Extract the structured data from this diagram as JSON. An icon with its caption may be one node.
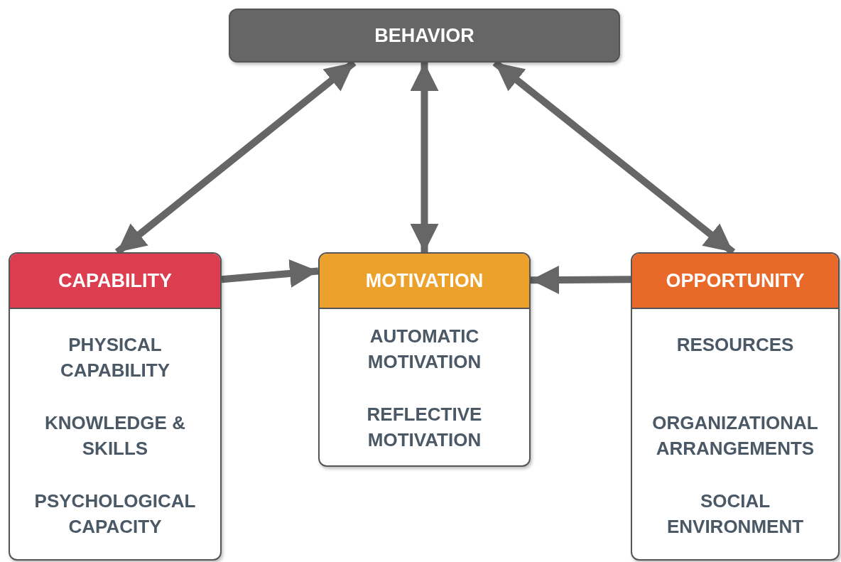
{
  "diagram": {
    "nodes": [
      {
        "text": [
          "BEHAVIOR"
        ]
      },
      {
        "text": [
          "CAPABILITY",
          "PHYSICAL CAPABILITY",
          "KNOWLEDGE & SKILLS",
          "PSYCHOLOGICAL CAPACITY"
        ]
      },
      {
        "text": [
          "MOTIVATION",
          "AUTOMATIC MOTIVATION",
          "REFLECTIVE MOTIVATION"
        ]
      },
      {
        "text": [
          "OPPORTUNITY",
          "RESOURCES",
          "ORGANIZATIONAL ARRANGEMENTS",
          "SOCIAL ENVIRONMENT"
        ]
      }
    ],
    "edges": [
      {
        "from": 0,
        "to": 1,
        "arrow": "both"
      },
      {
        "from": 0,
        "to": 2,
        "arrow": "both"
      },
      {
        "from": 0,
        "to": 3,
        "arrow": "both"
      },
      {
        "from": 1,
        "to": 2,
        "arrow": "to"
      },
      {
        "from": 3,
        "to": 2,
        "arrow": "to"
      }
    ]
  }
}
